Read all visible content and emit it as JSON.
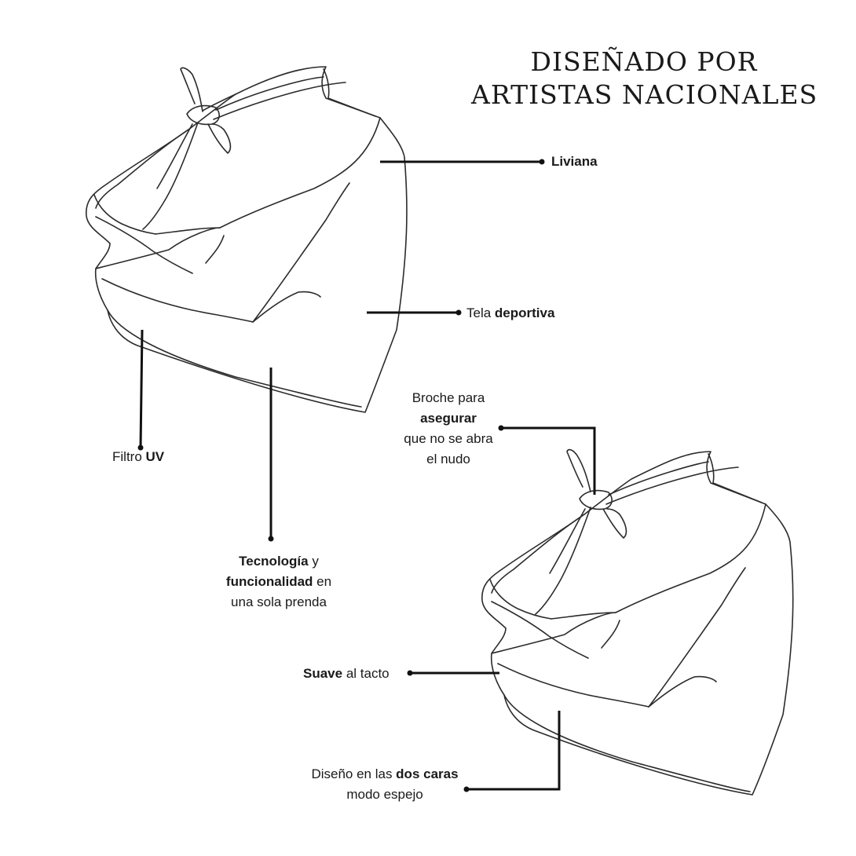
{
  "title": {
    "line1": "DISEÑADO POR",
    "line2": "ARTISTAS NACIONALES"
  },
  "labels": {
    "liviana": {
      "bold": "Liviana"
    },
    "tela": {
      "pre": "Tela ",
      "bold": "deportiva"
    },
    "filtro": {
      "pre": "Filtro ",
      "bold": "UV"
    },
    "broche": {
      "line1": "Broche para",
      "line2_bold": "asegurar",
      "line3": "que no se abra",
      "line4": "el nudo"
    },
    "tecnologia": {
      "line1_bold": "Tecnología",
      "line1_post": " y",
      "line2_bold": "funcionalidad",
      "line2_post": " en",
      "line3": "una sola prenda"
    },
    "suave": {
      "bold": "Suave",
      "post": " al tacto"
    },
    "disenio": {
      "line1_pre": "Diseño en las ",
      "line1_bold": "dos caras",
      "line2": "modo espejo"
    }
  },
  "colors": {
    "outline": "#2b2b2b",
    "leader": "#111111",
    "background": "#ffffff"
  }
}
